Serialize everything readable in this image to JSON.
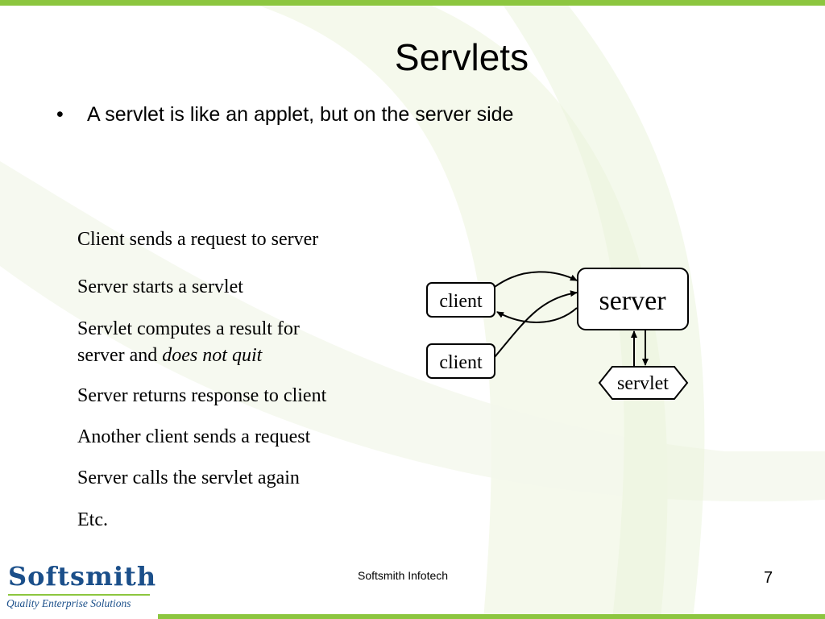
{
  "title": "Servlets",
  "bullet": {
    "mark": "•",
    "text": "A servlet is like an applet, but on the server side"
  },
  "steps": [
    "Client sends a request to server",
    "Server starts a servlet",
    "Servlet computes a result for",
    "server and ",
    "does not quit",
    "Server returns response to client",
    "Another client sends a request",
    "Server calls the servlet again",
    "Etc."
  ],
  "diagram": {
    "client_1": "client",
    "client_2": "client",
    "server": "server",
    "servlet": "servlet"
  },
  "footer": {
    "company": "Softsmith Infotech",
    "page_number": "7"
  },
  "logo": {
    "name": "Softsmith",
    "tagline": "Quality Enterprise Solutions"
  },
  "colors": {
    "accent": "#8cc63f",
    "brand": "#1b4f8a"
  }
}
